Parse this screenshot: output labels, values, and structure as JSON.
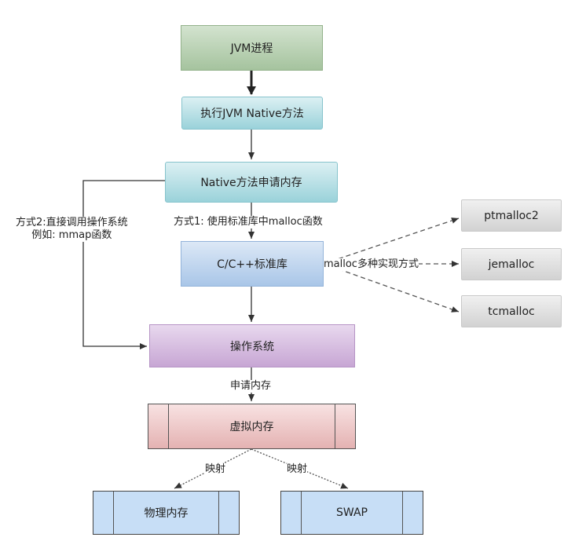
{
  "nodes": {
    "jvm": "JVM进程",
    "exec_native": "执行JVM Native方法",
    "native_alloc": "Native方法申请内存",
    "clib": "C/C++标准库",
    "os": "操作系统",
    "vmem": "虚拟内存",
    "phys_mem": "物理内存",
    "swap": "SWAP",
    "ptmalloc": "ptmalloc2",
    "jemalloc": "jemalloc",
    "tcmalloc": "tcmalloc"
  },
  "labels": {
    "way1": "方式1: 使用标准库中malloc函数",
    "way2_line1": "方式2:直接调用操作系统",
    "way2_line2": "例如: mmap函数",
    "malloc_impls": "malloc多种实现方式",
    "request_mem": "申请内存",
    "map_left": "映射",
    "map_right": "映射"
  }
}
